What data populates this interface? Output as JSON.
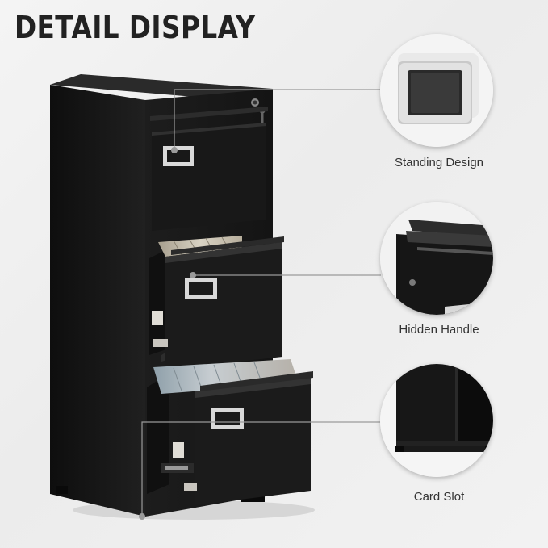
{
  "title": "DETAIL DISPLAY",
  "features": [
    {
      "label": "Standing Design",
      "icon": "handle-frame-icon"
    },
    {
      "label": "Hidden Handle",
      "icon": "hidden-handle-icon"
    },
    {
      "label": "Card Slot",
      "icon": "card-slot-icon"
    }
  ],
  "colors": {
    "cabinet": "#1a1a1a",
    "accent_line": "#9a9a9a",
    "handle": "#d9d9d9",
    "folder": "#c8c2b3"
  }
}
